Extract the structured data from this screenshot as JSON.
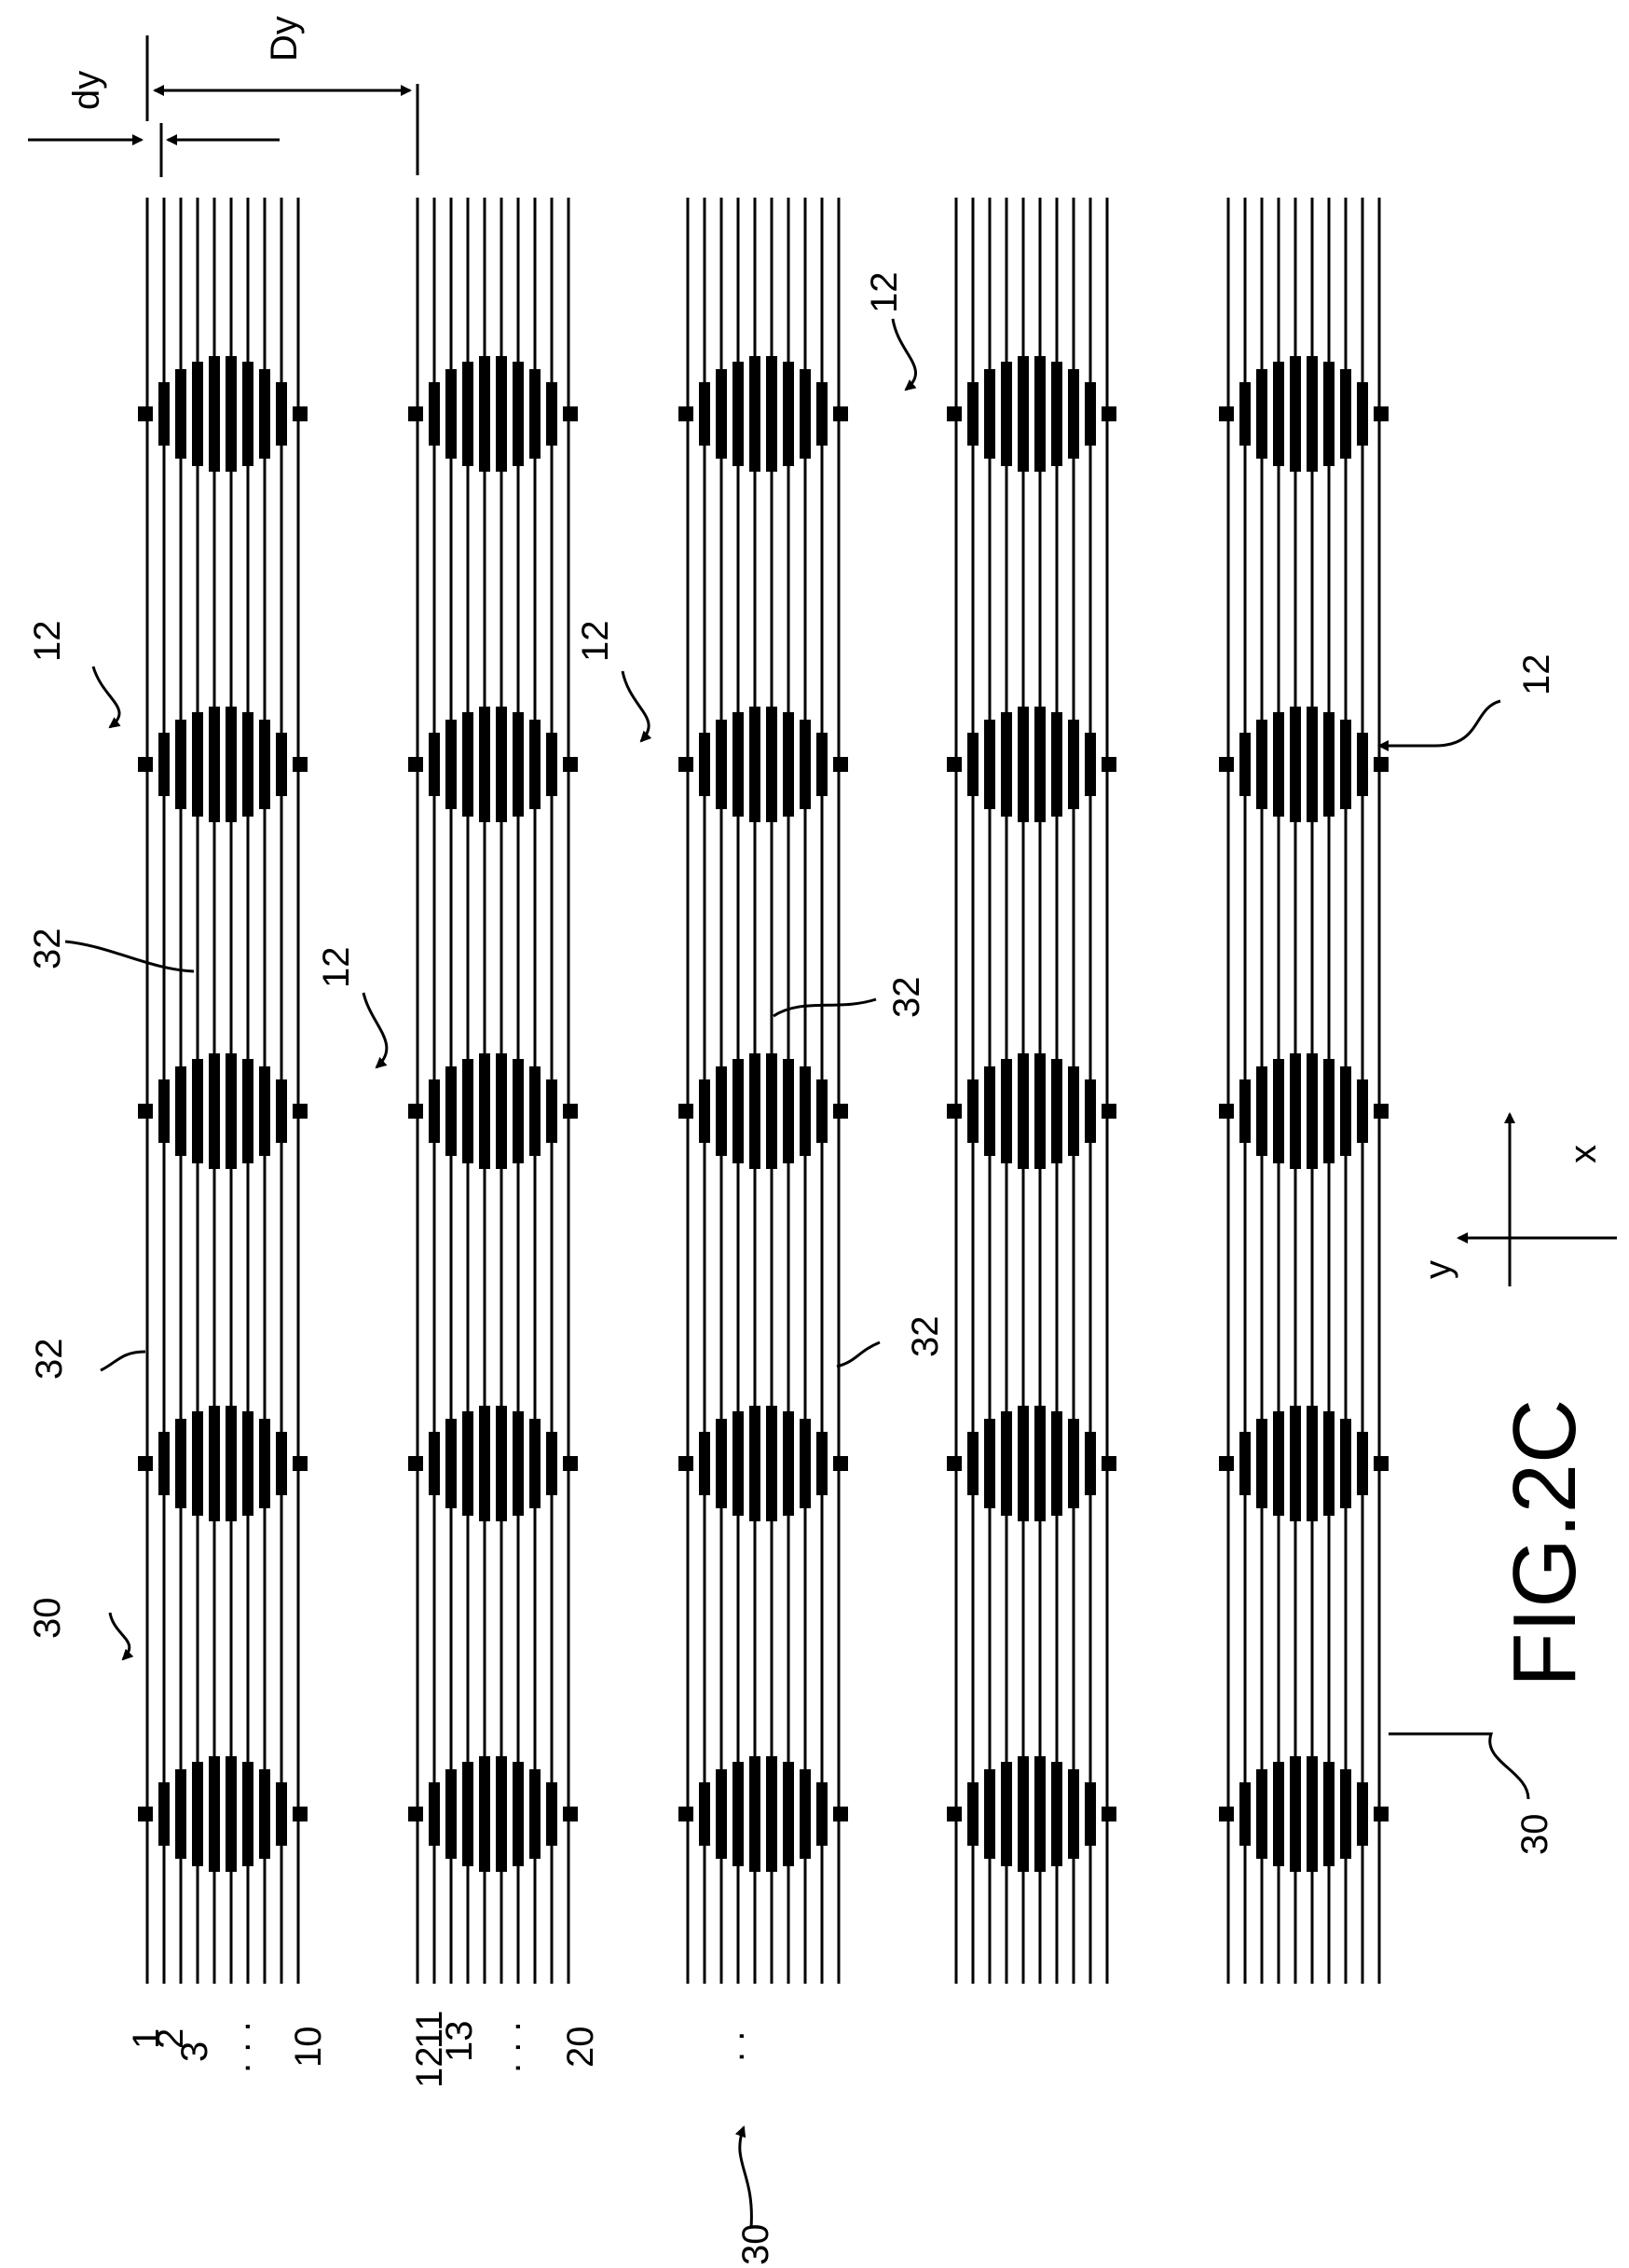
{
  "figure": {
    "caption": "FIG.2C",
    "dim_dy": "dy",
    "dim_Dy": "Dy",
    "axis_x": "x",
    "axis_y": "y",
    "row_numbers_group1": [
      "1",
      "2",
      "3",
      ". . .",
      "10"
    ],
    "row_numbers_group2": [
      "11",
      "12",
      "13",
      ". . .",
      "20"
    ],
    "row_numbers_group3": ". .",
    "labels": {
      "ref_30": "30",
      "ref_32": "32",
      "ref_12": "12"
    },
    "colors": {
      "ink": "#000000",
      "paper": "#ffffff"
    }
  }
}
